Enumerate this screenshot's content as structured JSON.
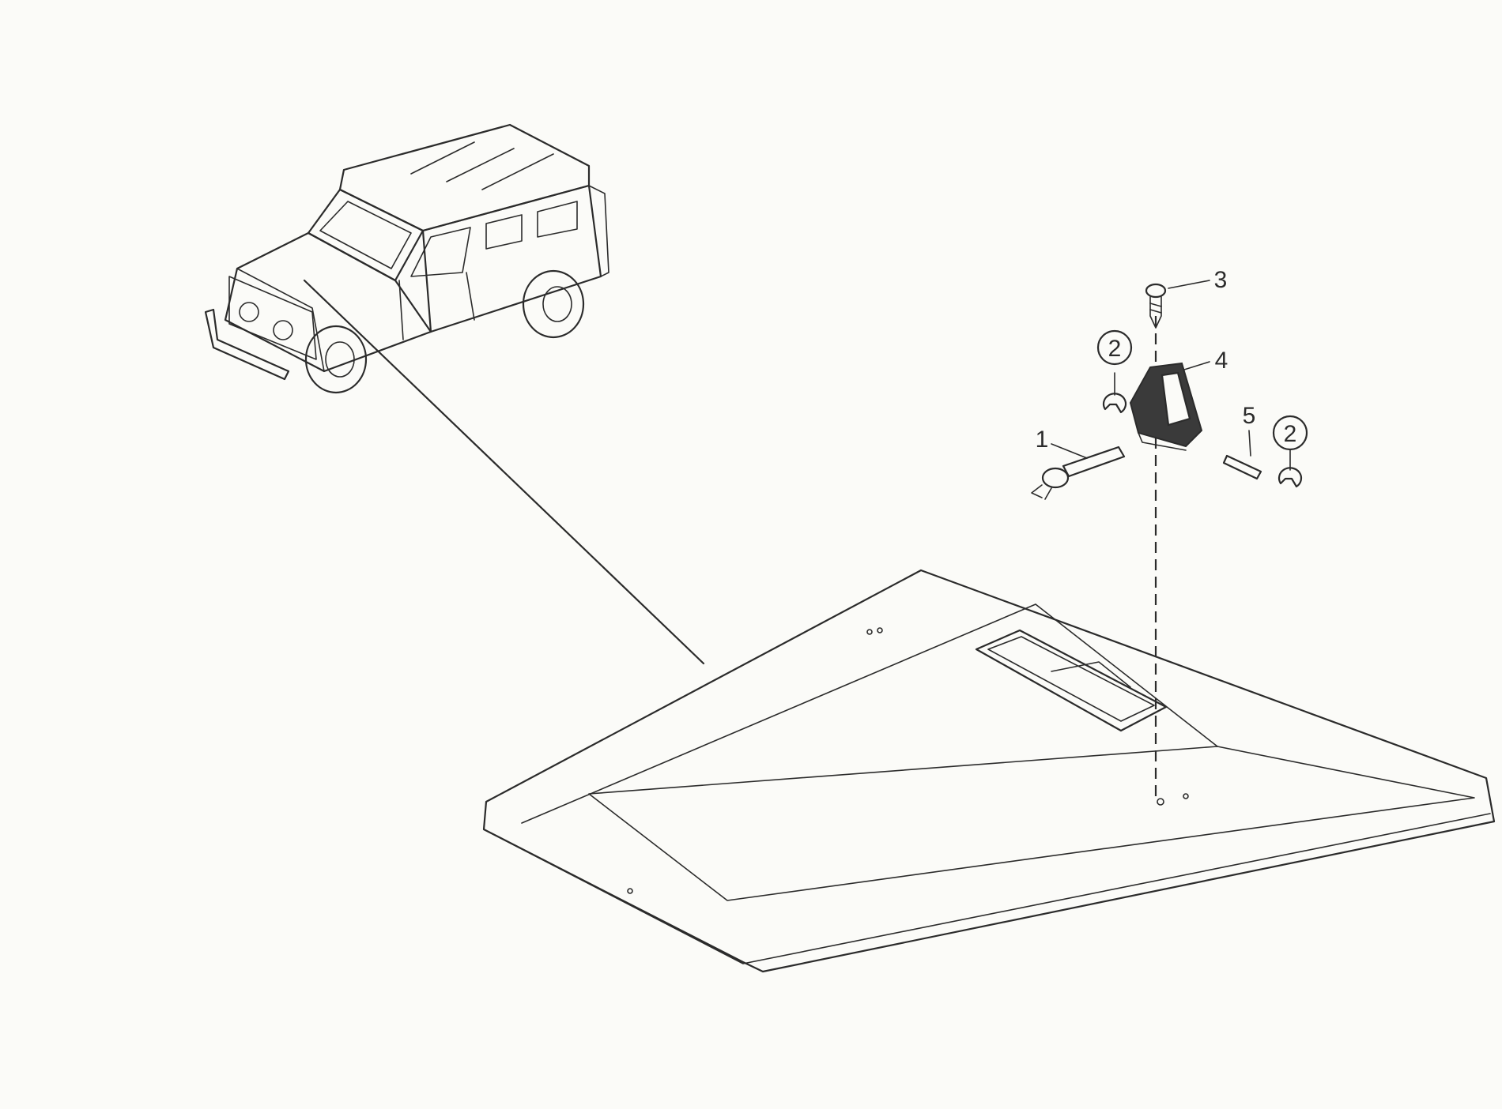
{
  "diagram": {
    "callouts": [
      {
        "id": "c1",
        "label": "1",
        "circled": false
      },
      {
        "id": "c2a",
        "label": "2",
        "circled": true
      },
      {
        "id": "c2b",
        "label": "2",
        "circled": true
      },
      {
        "id": "c3",
        "label": "3",
        "circled": false
      },
      {
        "id": "c4",
        "label": "4",
        "circled": false
      },
      {
        "id": "c5",
        "label": "5",
        "circled": false
      }
    ]
  },
  "colors": {
    "ink": "#2b2b2b",
    "paper": "#fbfbf8"
  }
}
